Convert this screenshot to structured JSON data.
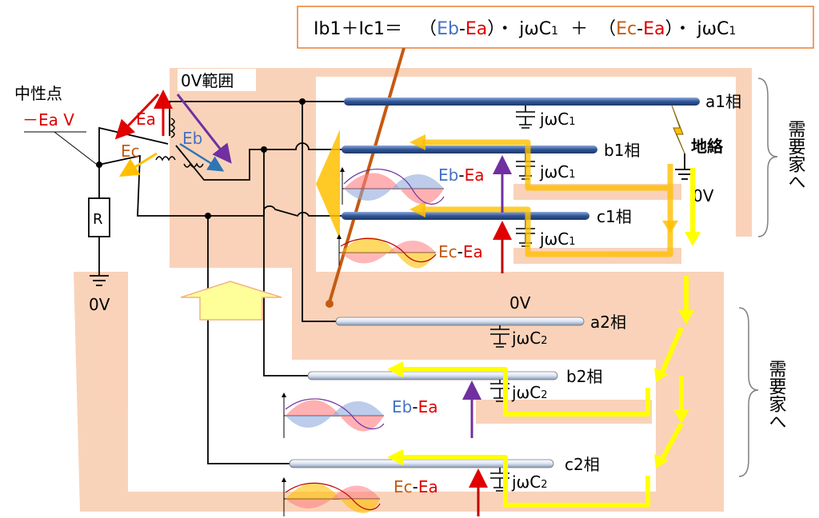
{
  "formula": {
    "left": "Ib1＋Ic1＝",
    "open1": "（",
    "eb": "Eb",
    "dash1": "-",
    "ea1": "Ea",
    "close1": "）・ jωC",
    "sub1a": "1",
    "plus": "＋",
    "open2": "（",
    "ec": "Ec",
    "dash2": "-",
    "ea2": "Ea",
    "close2": "）・ jωC",
    "sub1b": "1"
  },
  "neutral": {
    "label": "中性点",
    "voltage": "－Ea V"
  },
  "zero_range": "0V範囲",
  "sources": {
    "ea": "Ea",
    "eb": "Eb",
    "ec": "Ec"
  },
  "resistor": "R",
  "ground_0v": "0V",
  "line_labels": {
    "a1": "a1相",
    "b1": "b1相",
    "c1": "c1相",
    "a2": "a2相",
    "b2": "b2相",
    "c2": "c2相"
  },
  "cap1": {
    "prefix": "jωC",
    "sub": "1"
  },
  "cap2": {
    "prefix": "jωC",
    "sub": "2"
  },
  "fault": "地絡",
  "fault_0v": "0V",
  "a2_0v": "0V",
  "diffs": {
    "b1": {
      "e": "Eb",
      "dash": "-",
      "a": "Ea"
    },
    "c1": {
      "e": "Ec",
      "dash": "-",
      "a": "Ea"
    },
    "b2": {
      "e": "Eb",
      "dash": "-",
      "a": "Ea"
    },
    "c2": {
      "e": "Ec",
      "dash": "-",
      "a": "Ea"
    }
  },
  "consumer": "需要家へ",
  "colors": {
    "peach": "#f8cbad",
    "ea_red": "#e00000",
    "eb_blue": "#4472c4",
    "ec_orange": "#c55a11",
    "line_blue": "#4472c4",
    "line_pale": "#d6dcf0",
    "flow_orange": "#ffc000",
    "flow_yellow": "#ffff00",
    "purple": "#7030a0"
  }
}
